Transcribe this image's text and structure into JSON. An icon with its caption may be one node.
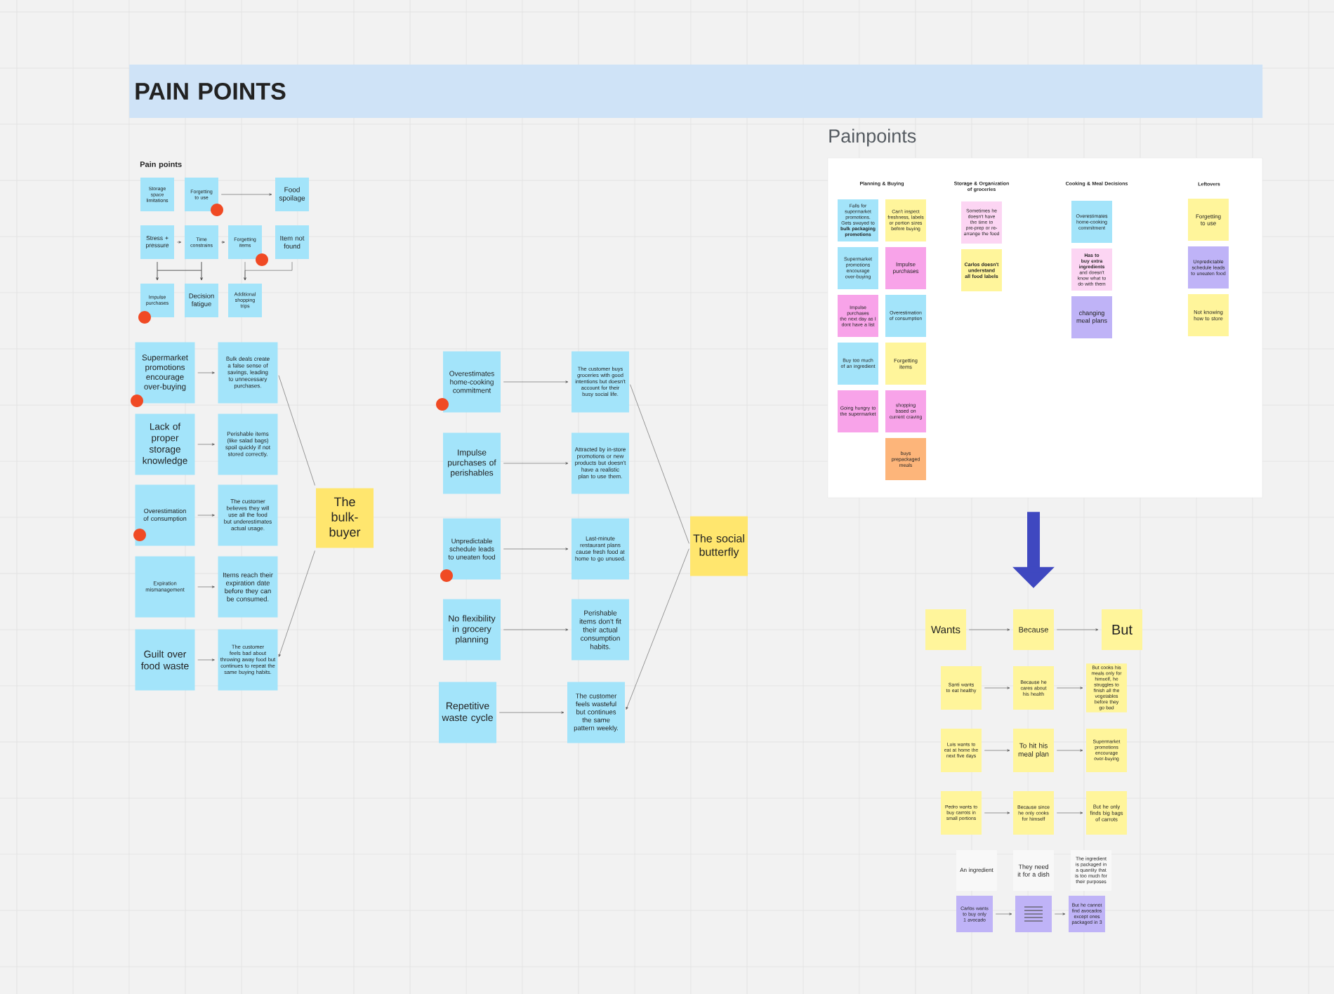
{
  "diagram": {
    "nodes": [
      {
        "text": [
          "PAIN POINTS"
        ]
      },
      {
        "text": [
          "Storage space limitations"
        ]
      },
      {
        "text": [
          "Forgetting to use"
        ]
      },
      {
        "text": [
          "Food spoilage"
        ]
      },
      {
        "text": [
          "Stress + pressure"
        ]
      },
      {
        "text": [
          "Time constrains"
        ]
      },
      {
        "text": [
          "Forgetting items"
        ]
      },
      {
        "text": [
          "Item not found"
        ]
      },
      {
        "text": [
          "Impulse purchases"
        ]
      },
      {
        "text": [
          "Decision fatigue"
        ]
      },
      {
        "text": [
          "Additional shopping trips"
        ]
      },
      {
        "text": [
          "Supermarket promotions encourage over-buying"
        ]
      },
      {
        "text": [
          "Bulk deals create a false sense of savings, leading to unnecessary purchases."
        ]
      },
      {
        "text": [
          "Lack of proper storage knowledge"
        ]
      },
      {
        "text": [
          "Perishable items (like salad bags) spoil quickly if not stored correctly."
        ]
      },
      {
        "text": [
          "Overestimation of consumption"
        ]
      },
      {
        "text": [
          "The customer believes they will use all the food but underestimates actual usage."
        ]
      },
      {
        "text": [
          "Expiration mismanagement"
        ]
      },
      {
        "text": [
          "Items reach their expiration date before they can be consumed."
        ]
      },
      {
        "text": [
          "Guilt over food waste"
        ]
      },
      {
        "text": [
          "The customer feels bad about throwing away food but continues to repeat the same buying habits."
        ]
      },
      {
        "text": [
          "The bulk-buyer"
        ]
      },
      {
        "text": [
          "Overestimates home-cooking commitment"
        ]
      },
      {
        "text": [
          "The customer buys groceries with good intentions but doesn't account for their busy social life."
        ]
      },
      {
        "text": [
          "Impulse purchases of perishables"
        ]
      },
      {
        "text": [
          "Attracted by in-store promotions or new products but doesn't have a realistic plan to use them."
        ]
      },
      {
        "text": [
          "Unpredictable schedule leads to uneaten food"
        ]
      },
      {
        "text": [
          "Last-minute restaurant plans cause fresh food at home to go unused."
        ]
      },
      {
        "text": [
          "No flexibility in grocery planning"
        ]
      },
      {
        "text": [
          "Perishable items don't fit their actual consumption habits."
        ]
      },
      {
        "text": [
          "Repetitive waste cycle"
        ]
      },
      {
        "text": [
          "The customer feels wasteful but continues the same pattern weekly."
        ]
      },
      {
        "text": [
          "The social butterfly"
        ]
      },
      {
        "text": [
          "Painpoints"
        ]
      },
      {
        "text": [
          "Falls for supermarket promotions. Gets swayed to **bulk packaging promotions**"
        ],
        "in": 33
      },
      {
        "text": [
          "Supermarket promotions encourage over-buying"
        ],
        "in": 33
      },
      {
        "text": [
          "Impulse purchases the next day as I dont have a list"
        ],
        "in": 33
      },
      {
        "text": [
          "Buy too much of an ingredient"
        ],
        "in": 33
      },
      {
        "text": [
          "Going hungry to the supermarket"
        ],
        "in": 33
      },
      {
        "text": [
          "Can't inspect freshness, labels or portion sizes before buying"
        ],
        "in": 33
      },
      {
        "text": [
          "Impulse purchases"
        ],
        "in": 33
      },
      {
        "text": [
          "Overestimation of consumption"
        ],
        "in": 33
      },
      {
        "text": [
          "Forgetting items"
        ],
        "in": 33
      },
      {
        "text": [
          "shopping based on current craving"
        ],
        "in": 33
      },
      {
        "text": [
          "buys prepackaged meals"
        ],
        "in": 33
      },
      {
        "text": [
          "Sometimes he doesn't have the time to pre-prep or re-arrange the food"
        ],
        "in": 33
      },
      {
        "text": [
          "Carlos doesn't understand all food labels"
        ],
        "in": 33
      },
      {
        "text": [
          "Overestimates home-cooking commitment"
        ],
        "in": 33
      },
      {
        "text": [
          "**Has to buy extra ingredients** and doesn't know what to do with them"
        ],
        "in": 33
      },
      {
        "text": [
          "changing meal plans"
        ],
        "in": 33
      },
      {
        "text": [
          "Forgetting to use"
        ],
        "in": 33
      },
      {
        "text": [
          "Unpredictable schedule leads to uneaten food"
        ],
        "in": 33
      },
      {
        "text": [
          "Not knowing how to store"
        ],
        "in": 33
      },
      {
        "text": [
          "Wants"
        ]
      },
      {
        "text": [
          "Because"
        ]
      },
      {
        "text": [
          "But"
        ]
      },
      {
        "text": [
          "Santi wants to eat healthy"
        ]
      },
      {
        "text": [
          "Because he cares about his health"
        ]
      },
      {
        "text": [
          "But cooks his meals only for himself, he struggles to finish all the vegetables before they go bad"
        ]
      },
      {
        "text": [
          "Luis wants to eat at home the next five days"
        ]
      },
      {
        "text": [
          "To hit his meal plan"
        ]
      },
      {
        "text": [
          "Supermarket promotions encourage over-buying"
        ]
      },
      {
        "text": [
          "Pedro wants to buy carrots in small portions"
        ]
      },
      {
        "text": [
          "Because since he only cooks for himself"
        ]
      },
      {
        "text": [
          "But he only finds big bags of carrots"
        ]
      },
      {
        "text": [
          "An ingredient"
        ]
      },
      {
        "text": [
          "They need it for a dish"
        ]
      },
      {
        "text": [
          "The ingredient is packaged in a quantity that is too much for their purposes"
        ]
      },
      {
        "text": [
          "Carlos wants to buy only 1 avocado"
        ]
      },
      {
        "text": [],
        "shape": "box"
      },
      {
        "text": [
          "But he cannot find avocados except ones packaged in 3"
        ]
      }
    ],
    "edges": [
      {
        "from": 2,
        "to": 3,
        "arrow": "to"
      },
      {
        "from": 4,
        "to": 5,
        "arrow": "to"
      },
      {
        "from": 5,
        "to": 6,
        "arrow": "to"
      },
      {
        "from": 4,
        "to": 8,
        "arrow": "to"
      },
      {
        "from": 4,
        "to": 9,
        "arrow": "to"
      },
      {
        "from": 5,
        "to": 8,
        "arrow": "to"
      },
      {
        "from": 5,
        "to": 9,
        "arrow": "to"
      },
      {
        "from": 6,
        "to": 10,
        "arrow": "to"
      },
      {
        "from": 7,
        "to": 10,
        "arrow": "to"
      },
      {
        "from": 11,
        "to": 12,
        "arrow": "to"
      },
      {
        "from": 13,
        "to": 14,
        "arrow": "to"
      },
      {
        "from": 15,
        "to": 16,
        "arrow": "to"
      },
      {
        "from": 17,
        "to": 18,
        "arrow": "to"
      },
      {
        "from": 19,
        "to": 20,
        "arrow": "to"
      },
      {
        "from": 21,
        "to": 12,
        "arrow": "none"
      },
      {
        "from": 21,
        "to": 20,
        "arrow": "to"
      },
      {
        "from": 22,
        "to": 23,
        "arrow": "to"
      },
      {
        "from": 24,
        "to": 25,
        "arrow": "to"
      },
      {
        "from": 26,
        "to": 27,
        "arrow": "to"
      },
      {
        "from": 28,
        "to": 29,
        "arrow": "to"
      },
      {
        "from": 30,
        "to": 31,
        "arrow": "to"
      },
      {
        "from": 32,
        "to": 23,
        "arrow": "none"
      },
      {
        "from": 32,
        "to": 31,
        "arrow": "to"
      },
      {
        "from": 33,
        "to": 54,
        "arrow": "to",
        "style": "thick",
        "color": "#3f48c0"
      },
      {
        "from": 53,
        "to": 54,
        "arrow": "to"
      },
      {
        "from": 54,
        "to": 55,
        "arrow": "to"
      },
      {
        "from": 56,
        "to": 57,
        "arrow": "to"
      },
      {
        "from": 57,
        "to": 58,
        "arrow": "to"
      },
      {
        "from": 59,
        "to": 60,
        "arrow": "to"
      },
      {
        "from": 60,
        "to": 61,
        "arrow": "to"
      },
      {
        "from": 62,
        "to": 63,
        "arrow": "to"
      },
      {
        "from": 63,
        "to": 64,
        "arrow": "to"
      },
      {
        "from": 68,
        "to": 69,
        "arrow": "to"
      },
      {
        "from": 69,
        "to": 70,
        "arrow": "to"
      }
    ],
    "labels": [
      "Pain points",
      "Planning & Buying",
      "Storage & Organization of groceries",
      "Cooking & Meal Decisions",
      "Leftovers"
    ]
  }
}
